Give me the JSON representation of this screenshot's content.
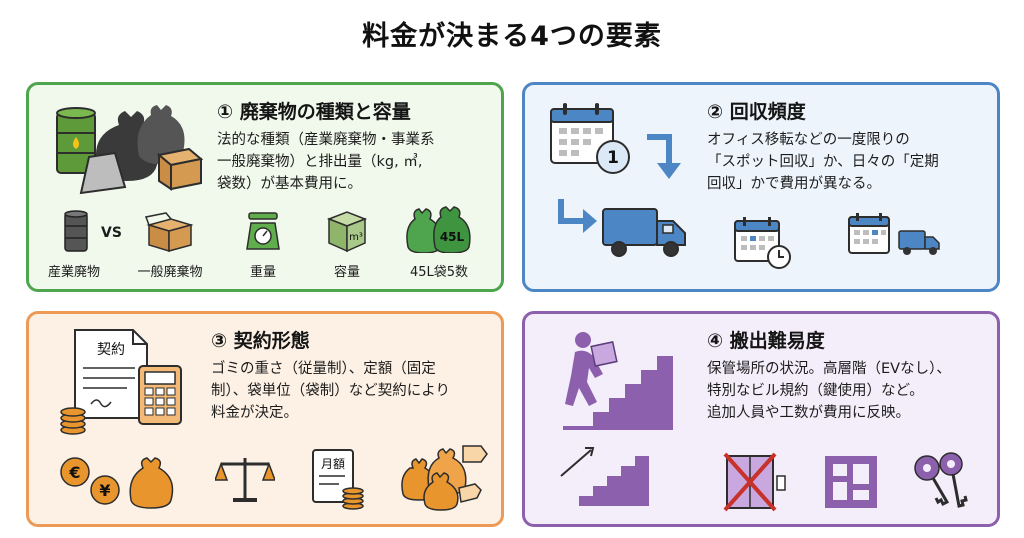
{
  "title": "料金が決まる4つの要素",
  "panels": [
    {
      "heading": "① 廃棄物の種類と容量",
      "body": [
        "法的な種類（産業廃棄物・事業系",
        "一般廃棄物）と排出量（kg, ㎥,",
        "袋数）が基本費用に。"
      ],
      "icons": [
        {
          "label": "産業廃物",
          "icon": "oil-drum-icon"
        },
        {
          "label": "一般廃棄物",
          "icon": "cardboard-box-icon"
        },
        {
          "label": "重量",
          "icon": "scale-icon"
        },
        {
          "label": "容量",
          "icon": "cube-icon"
        },
        {
          "label": "45L袋5数",
          "icon": "garbage-bag-icon"
        }
      ],
      "vs": "VS",
      "cube_unit": "m³",
      "bag_text": "45L"
    },
    {
      "heading": "② 回収頻度",
      "body": [
        "オフィス移転などの一度限りの",
        "「スポット回収」か、日々の「定期",
        "回収」かで費用が異なる。"
      ],
      "calendar_badge": "1"
    },
    {
      "heading": "③ 契約形態",
      "body": [
        "ゴミの重さ（従量制）、定額（固定",
        "制）、袋単位（袋制）など契約により",
        "料金が決定。"
      ],
      "contract_text": "契約",
      "monthly_text": "月額",
      "currency": [
        "€",
        "¥"
      ]
    },
    {
      "heading": "④ 搬出難易度",
      "body": [
        "保管場所の状況。高層階（EVなし）、",
        "特別なビル規約（鍵使用）など。",
        "追加人員や工数が費用に反映。"
      ]
    }
  ],
  "colors": {
    "green": "#4ea54e",
    "blue": "#4d86c4",
    "orange": "#ec9a55",
    "purple": "#8d60ad",
    "gold": "#e8952e"
  }
}
